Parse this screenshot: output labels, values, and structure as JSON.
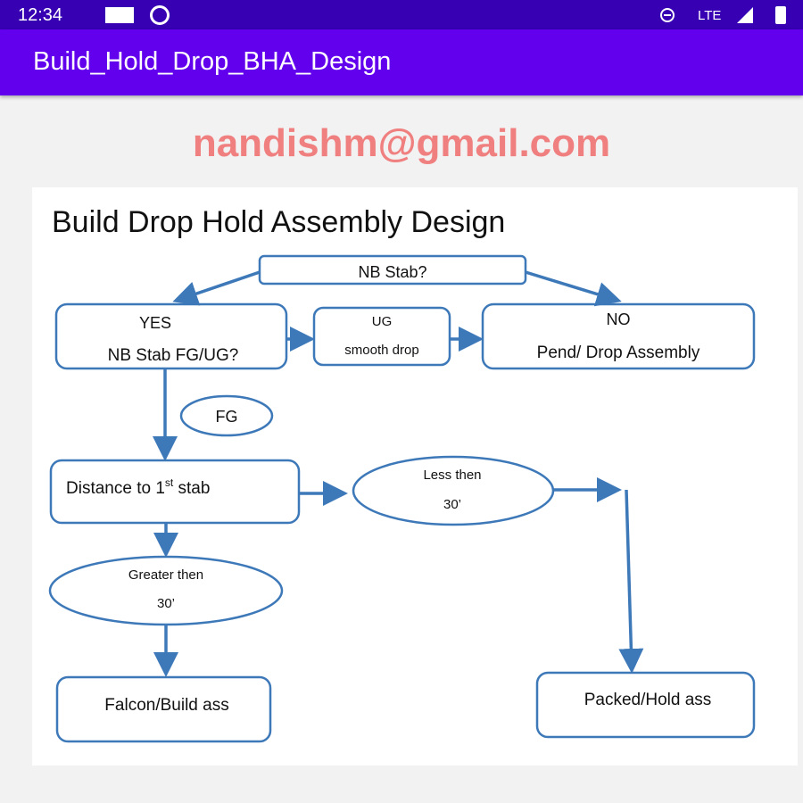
{
  "status_bar": {
    "time": "12:34",
    "network": "LTE"
  },
  "app_bar": {
    "title": "Build_Hold_Drop_BHA_Design"
  },
  "diagram": {
    "title": "Build Drop Hold Assembly Design",
    "nb_stab": "NB Stab?",
    "yes_label": "YES",
    "yes_question": "NB Stab FG/UG?",
    "ug_label": "UG",
    "ug_text": "smooth drop",
    "no_label": "NO",
    "no_text": "Pend/ Drop Assembly",
    "fg_label": "FG",
    "distance_text": "Distance to 1",
    "distance_sup": "st",
    "distance_tail": " stab",
    "less_line1": "Less then",
    "less_line2": "30’",
    "greater_line1": "Greater then",
    "greater_line2": "30’",
    "falcon": "Falcon/Build ass",
    "packed": "Packed/Hold ass",
    "watermark": "nandishm@gmail.com",
    "line_color": "#3d78b8",
    "watermark_color": "#f08080"
  }
}
